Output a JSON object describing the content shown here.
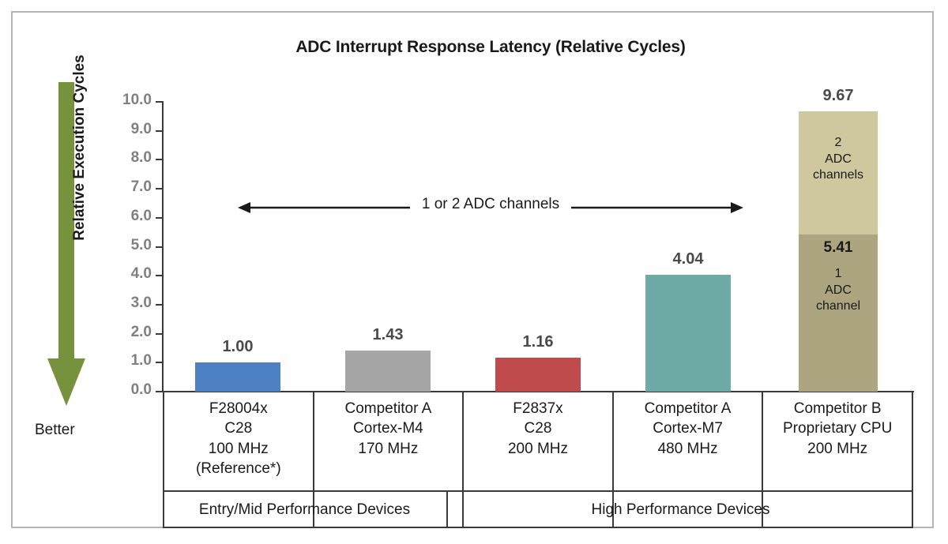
{
  "chart_data": {
    "type": "bar",
    "title": "ADC Interrupt Response Latency (Relative Cycles)",
    "xlabel": "",
    "ylabel": "Relative Execution Cycles",
    "ylim": [
      0,
      10
    ],
    "ytick_step": 1,
    "grid": false,
    "legend": "none",
    "ytick_labels": [
      "10.0",
      "9.0",
      "8.0",
      "7.0",
      "6.0",
      "5.0",
      "4.0",
      "3.0",
      "2.0",
      "1.0",
      "0.0"
    ],
    "categories": [
      "F28004x\nC28\n100 MHz\n(Reference*)",
      "Competitor A\nCortex-M4\n170 MHz",
      "F2837x\nC28\n200 MHz",
      "Competitor A\nCortex-M7\n480 MHz",
      "Competitor B\nProprietary CPU\n200 MHz"
    ],
    "values": [
      1.0,
      1.43,
      1.16,
      4.04,
      9.67
    ],
    "value_labels": [
      "1.00",
      "1.43",
      "1.16",
      "4.04",
      "9.67"
    ],
    "bar_colors": [
      "#4E81C4",
      "#A5A5A5",
      "#C04B4C",
      "#6EABA6",
      "#ADA480"
    ],
    "stacked_bar": {
      "index": 4,
      "total_label": "9.67",
      "segments": [
        {
          "name": "1 ADC channel",
          "value": 5.41,
          "value_label": "5.41",
          "label": "1\nADC\nchannel",
          "color": "#ADA480"
        },
        {
          "name": "2 ADC channels",
          "value": 9.67,
          "value_label": "",
          "label": "2\nADC\nchannels",
          "color": "#CFC79E"
        }
      ]
    },
    "annotations": [
      {
        "name": "adc-channels-range",
        "text": "1 or 2 ADC channels"
      },
      {
        "name": "better-direction",
        "text": "Better"
      }
    ],
    "groups": [
      {
        "label": "Entry/Mid Performance Devices",
        "categories": [
          0,
          1
        ]
      },
      {
        "label": "High Performance Devices",
        "categories": [
          2,
          3,
          4
        ]
      }
    ]
  },
  "colors": {
    "frame": "#b6b6b6",
    "axis": "#3a3a3a",
    "tick_label": "#808080",
    "value_label": "#4a4a4a",
    "better_arrow": "#76923C",
    "text": "#1a1a1a"
  }
}
